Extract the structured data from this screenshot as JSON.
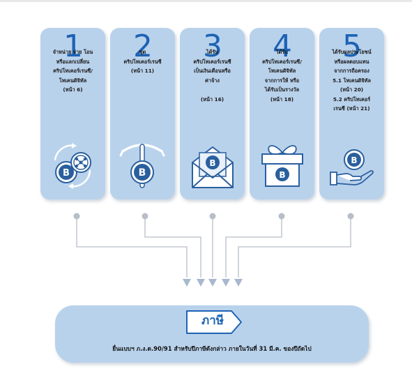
{
  "steps": [
    {
      "number": "1",
      "text": "จำหน่าย จ่าย โอน\nหรือแลกเปลี่ยน\nคริปโทเคอร์เรนซี/\nโทเคนดิจิทัล\n(หน้า 6)",
      "icon": "coin-exchange-icon"
    },
    {
      "number": "2",
      "text": "ขุด\nคริปโทเคอร์เรนซี\n(หน้า 11)",
      "icon": "pickaxe-coin-icon"
    },
    {
      "number": "3",
      "text": "ได้รับ\nคริปโทเคอร์เรนซี\nเป็นเงินเดือนหรือ\nค่าจ้าง\n\n(หน้า 16)",
      "icon": "envelope-coin-icon"
    },
    {
      "number": "4",
      "text": "ได้รับ\nคริปโทเคอร์เรนซี/\nโทเคนดิจิทัล\nจากการให้ หรือ\nได้รับเป็นรางวัล\n(หน้า 18)",
      "icon": "gift-coin-icon"
    },
    {
      "number": "5",
      "text": "ได้รับผลประโยชน์\nหรือผลตอบแทน\nจากการถือครอง\n5.1 โทเคนดิจิทัล\n(หน้า 20)\n5.2 คริปโทเคอร์\nเรนซี (หน้า 21)",
      "icon": "hand-coin-icon"
    }
  ],
  "tax": {
    "label": "ภาษี",
    "description": "ยื่นแบบฯ ภ.ง.ด.90/91 สำหรับปีภาษีดังกล่าว ภายในวันที่ 31 มี.ค. ของปีถัดไป"
  },
  "colors": {
    "card": "#b9d2ec",
    "accent": "#1d63b5",
    "icon": "#2a5f9e",
    "connector": "#b7bec8",
    "arrow": "#a7b8cf"
  }
}
